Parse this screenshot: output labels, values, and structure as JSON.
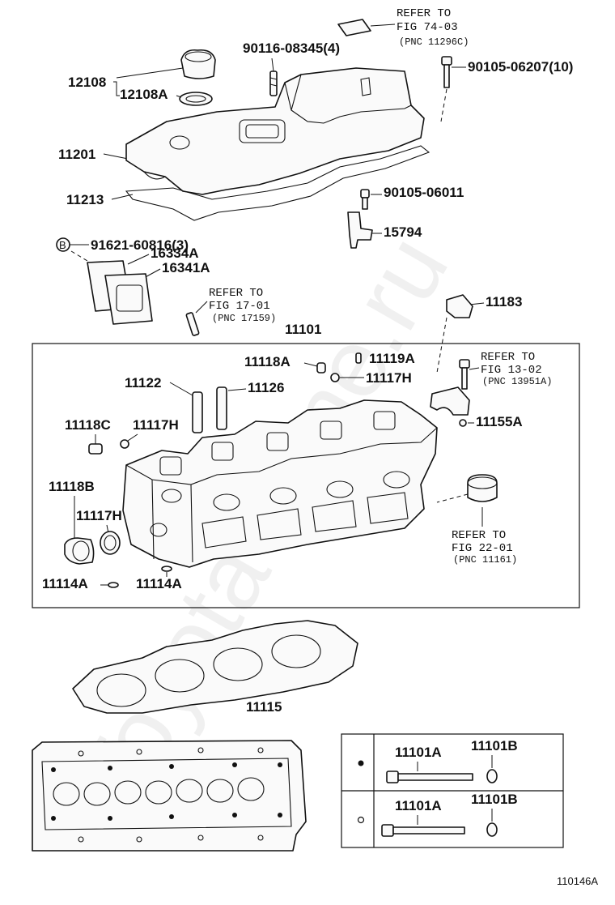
{
  "watermark": "Toyota-Mine.ru",
  "diagram_code": "110146A",
  "refs": {
    "r1": {
      "line1": "REFER TO",
      "line2": "FIG 74-03",
      "line3": "(PNC 11296C)"
    },
    "r2": {
      "line1": "REFER TO",
      "line2": "FIG 17-01",
      "line3": "(PNC 17159)"
    },
    "r3": {
      "line1": "REFER TO",
      "line2": "FIG 13-02",
      "line3": "(PNC 13951A)"
    },
    "r4": {
      "line1": "REFER TO",
      "line2": "FIG 22-01",
      "line3": "(PNC 11161)"
    }
  },
  "labels": {
    "p90116": "90116-08345(4)",
    "p90105a": "90105-06207(10)",
    "p12108": "12108",
    "p12108A": "12108A",
    "p11201": "11201",
    "p11213": "11213",
    "p90105b": "90105-06011",
    "p15794": "15794",
    "callout_b": "B",
    "p91621": "91621-60816(3)",
    "p16334A": "16334A",
    "p16341A": "16341A",
    "p11183": "11183",
    "p11101": "11101",
    "p11118A": "11118A",
    "p11119A": "11119A",
    "p11122": "11122",
    "p11126": "11126",
    "p11117H_a": "11117H",
    "p11155A": "11155A",
    "p11118C": "11118C",
    "p11117H_b": "11117H",
    "p11118B": "11118B",
    "p11117H_c": "11117H",
    "p11114A_a": "11114A",
    "p11114A_b": "11114A",
    "p11115": "11115"
  },
  "legend": {
    "row1": {
      "symbol": "filled-dot",
      "bolt": "11101A",
      "washer": "11101B"
    },
    "row2": {
      "symbol": "open-dot",
      "bolt": "11101A",
      "washer": "11101B"
    }
  }
}
